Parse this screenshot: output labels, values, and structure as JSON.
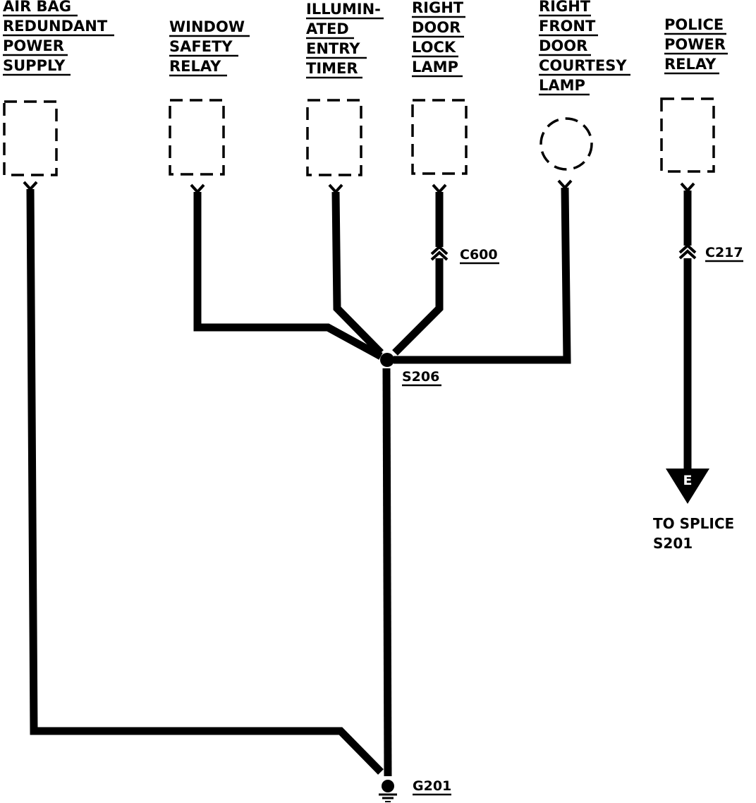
{
  "components": [
    {
      "id": "airbag",
      "lines": [
        "AIR BAG",
        "REDUNDANT",
        "POWER",
        "SUPPLY"
      ],
      "shape": "rect"
    },
    {
      "id": "window",
      "lines": [
        "WINDOW",
        "SAFETY",
        "RELAY"
      ],
      "shape": "rect"
    },
    {
      "id": "illum",
      "lines": [
        "ILLUMIN-",
        "ATED",
        "ENTRY",
        "TIMER"
      ],
      "shape": "rect"
    },
    {
      "id": "rdlock",
      "lines": [
        "RIGHT",
        "DOOR",
        "LOCK",
        "LAMP"
      ],
      "shape": "rect"
    },
    {
      "id": "rfcourt",
      "lines": [
        "RIGHT",
        "FRONT",
        "DOOR",
        "COURTESY",
        "LAMP"
      ],
      "shape": "circle"
    },
    {
      "id": "police",
      "lines": [
        "POLICE",
        "POWER",
        "RELAY"
      ],
      "shape": "rect"
    }
  ],
  "connectors": {
    "c600": "C600",
    "c217": "C217"
  },
  "splice": "S206",
  "ground": "G201",
  "offpage": {
    "letter": "E",
    "line1": "TO SPLICE",
    "line2": "S201"
  }
}
